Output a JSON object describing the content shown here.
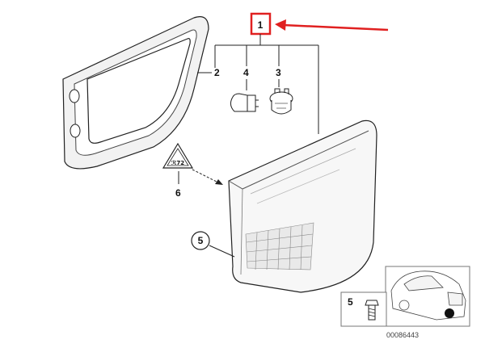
{
  "diagram": {
    "callouts": {
      "assembly": "1",
      "gasket": "2",
      "bulb_holder": "3",
      "bulb": "4",
      "screw_circled": "5",
      "warning_label": "6",
      "inset_screw": "5"
    },
    "warning_symbol_text": "ℛ72",
    "document_number": "00086443",
    "colors": {
      "highlight": "#e02020",
      "line": "#222222"
    },
    "icons": [
      "bulb-icon",
      "bulb-holder-icon",
      "warning-triangle-icon",
      "screw-icon",
      "car-rear-icon"
    ]
  }
}
